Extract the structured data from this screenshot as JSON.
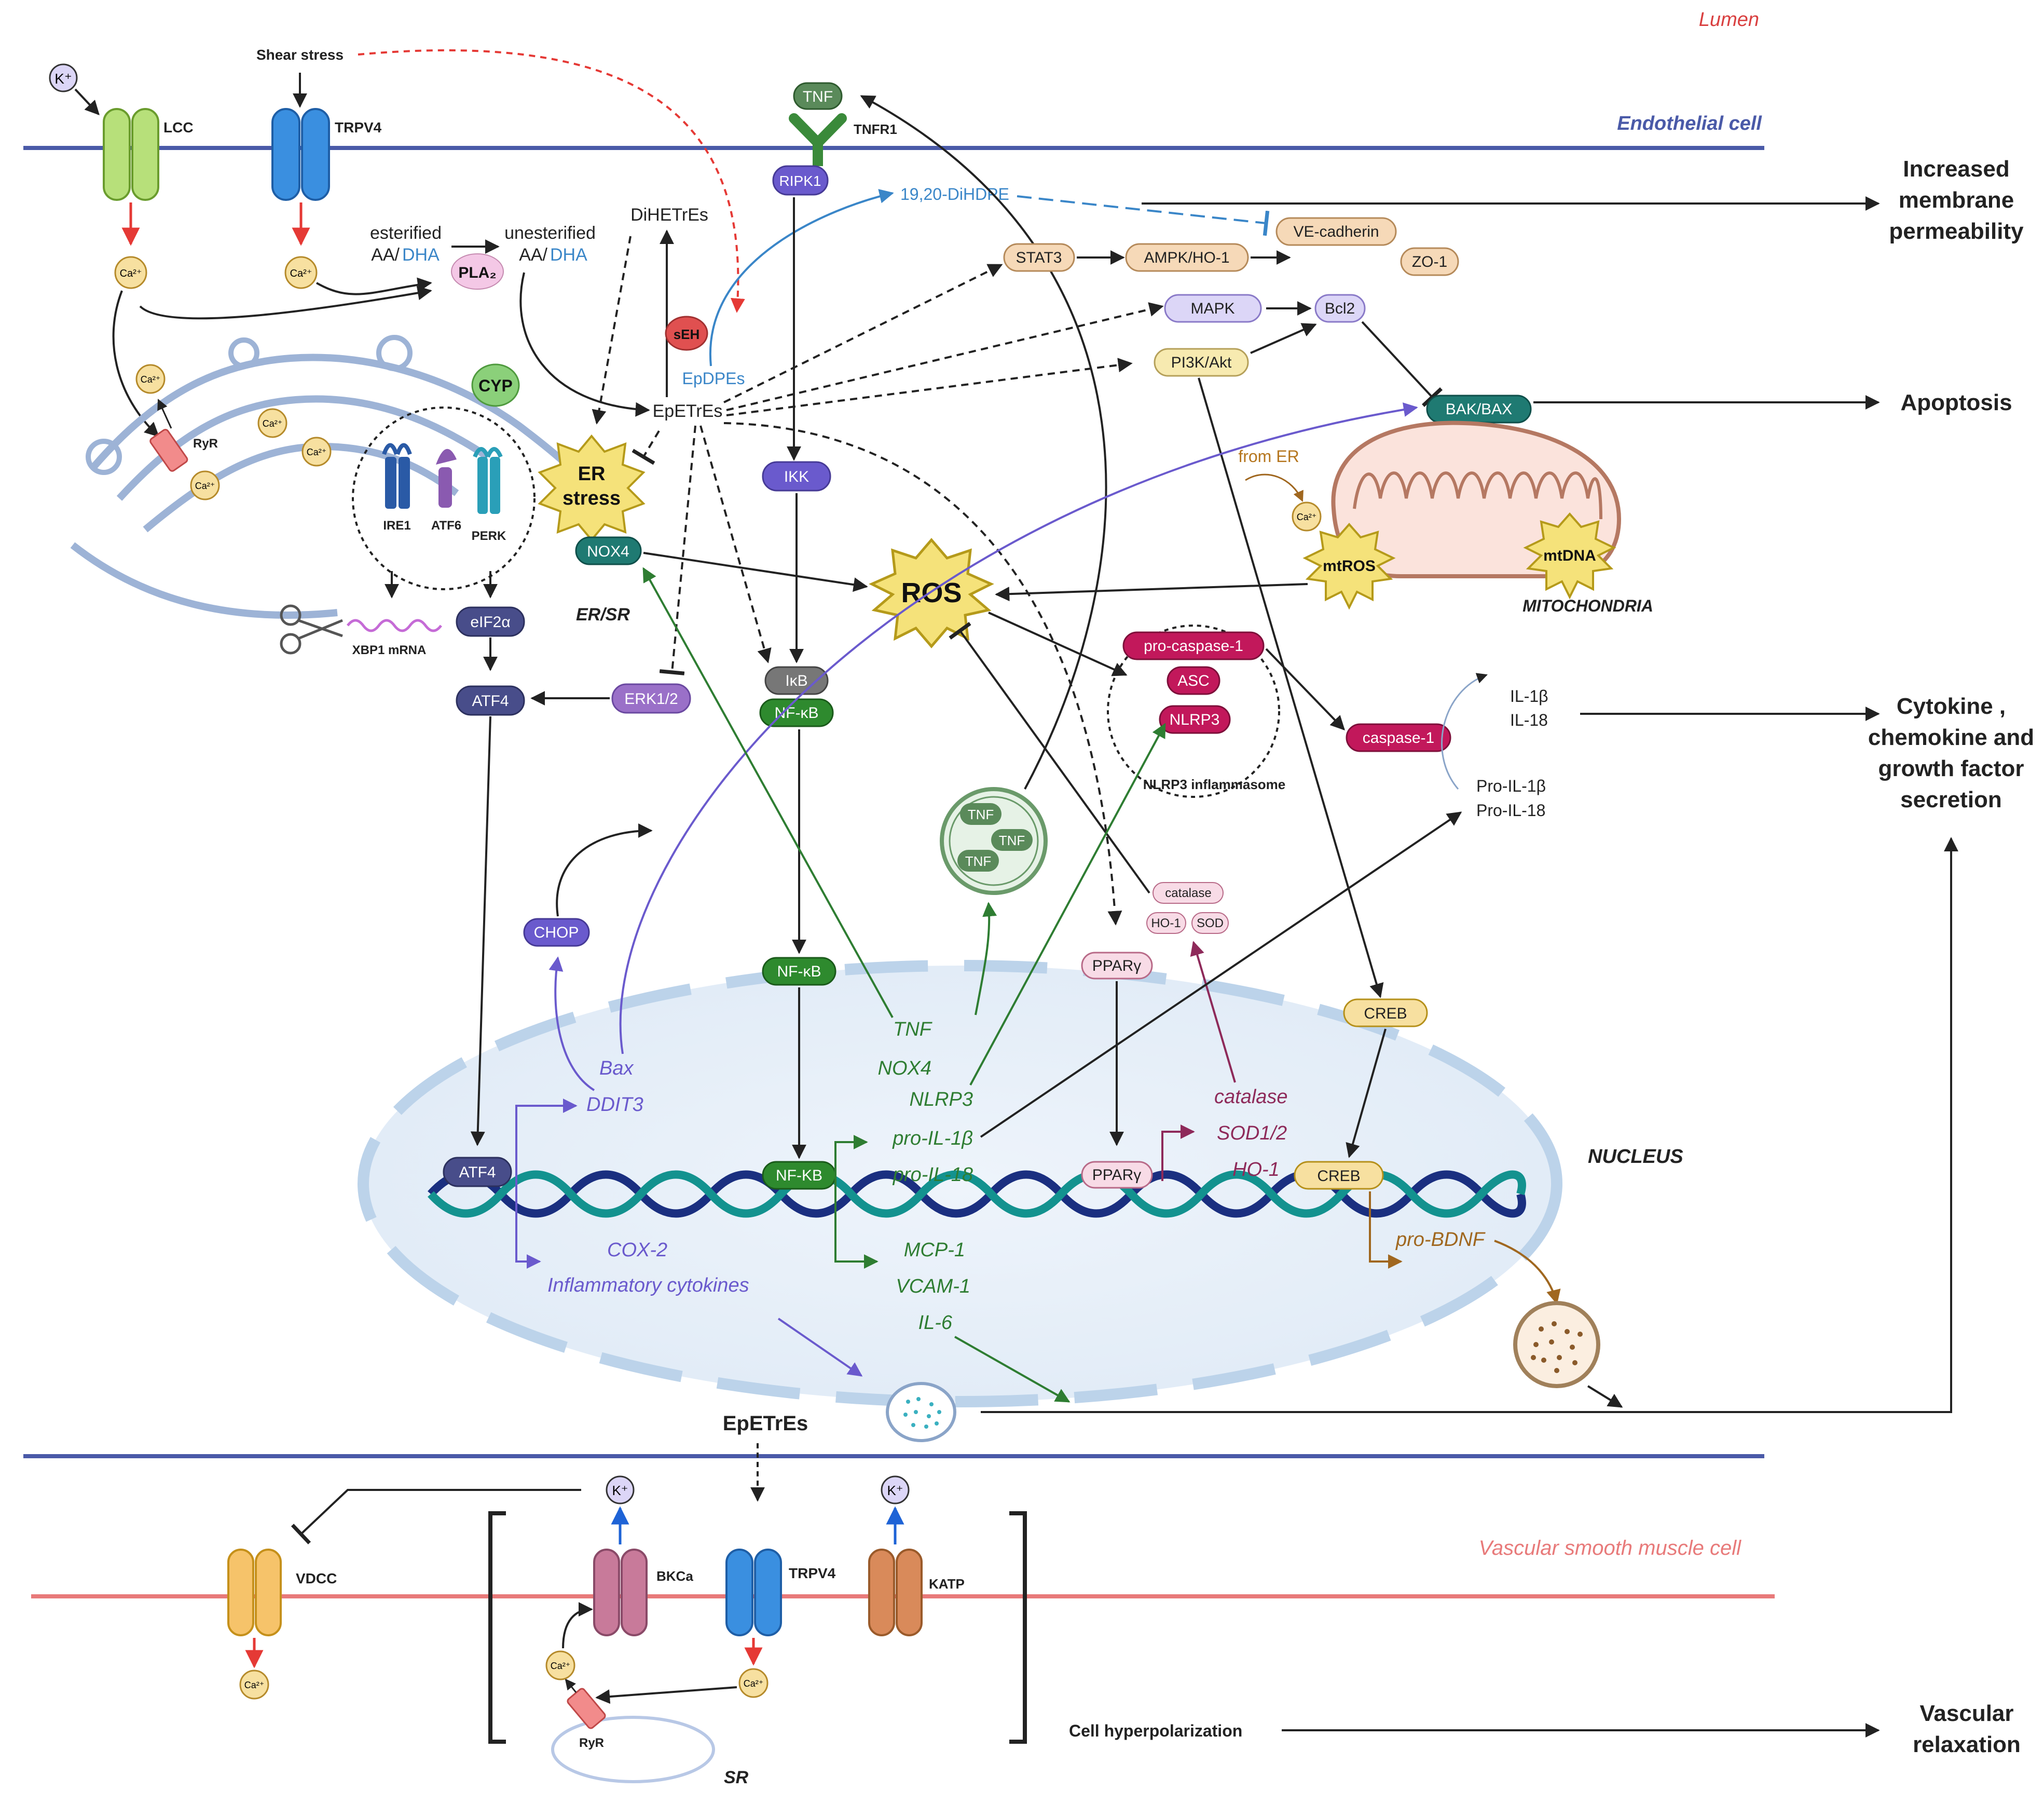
{
  "regions": {
    "lumen": "Lumen",
    "endothelial_cell": "Endothelial cell",
    "vsmc": "Vascular smooth muscle cell",
    "nucleus": "NUCLEUS",
    "mitochondria": "MITOCHONDRIA",
    "er_sr": "ER/SR",
    "sr": "SR"
  },
  "outcomes": {
    "permeability": [
      "Increased",
      "membrane",
      "permeability"
    ],
    "apoptosis": "Apoptosis",
    "cytokine": [
      "Cytokine ,",
      "chemokine and",
      "growth factor",
      "secretion"
    ],
    "relaxation": [
      "Vascular",
      "relaxation"
    ]
  },
  "channels": {
    "k_ion": "K⁺",
    "lcc": "LCC",
    "shear_stress": "Shear stress",
    "trpv4": "TRPV4",
    "ca": "Ca²⁺",
    "ryr": "RyR",
    "vdcc": "VDCC",
    "bkca": "BKCa",
    "katp": "KATP"
  },
  "lipids": {
    "esterified": "esterified",
    "unesterified": "unesterified",
    "aa": "AA/",
    "dha": "DHA",
    "pla2": "PLA₂",
    "dihetres": "DiHETrEs",
    "dihdpe": "19,20-DiHDPE",
    "seh": "sEH",
    "epdpes": "EpDPEs",
    "epetres": "EpETrEs",
    "cyp": "CYP",
    "epetres_bottom": "EpETrEs"
  },
  "er": {
    "stress": [
      "ER",
      "stress"
    ],
    "ire1": "IRE1",
    "atf6": "ATF6",
    "perk": "PERK",
    "xbp1": "XBP1 mRNA",
    "eif2a": "eIF2α",
    "atf4": "ATF4",
    "erk": "ERK1/2",
    "chop": "CHOP",
    "nox4": "NOX4"
  },
  "signaling": {
    "tnf": "TNF",
    "tnfr1": "TNFR1",
    "ripk1": "RIPK1",
    "ikk": "IKK",
    "ikb": "IκB",
    "nfkb": "NF-κB",
    "nfkb_dna": "NF-KB",
    "stat3": "STAT3",
    "ampk": "AMPK/HO-1",
    "vecad": "VE-cadherin",
    "zo1": "ZO-1",
    "mapk": "MAPK",
    "bcl2": "Bcl2",
    "pi3k": "PI3K/Akt",
    "bakbax": "BAK/BAX",
    "from_er": "from ER",
    "mtros": "mtROS",
    "mtdna": "mtDNA",
    "ros": "ROS",
    "procasp": "pro-caspase-1",
    "asc": "ASC",
    "nlrp3": "NLRP3",
    "inflammasome": "NLRP3 inflammasome",
    "casp1": "caspase-1",
    "il1b": "IL-1β",
    "il18": "IL-18",
    "proil1b": "Pro-IL-1β",
    "proil18": "Pro-IL-18",
    "catalase": "catalase",
    "ho1": "HO-1",
    "sod": "SOD",
    "ppar": "PPARγ",
    "creb": "CREB",
    "hyperpol": "Cell hyperpolarization"
  },
  "genes": {
    "tnf": "TNF",
    "nox4": "NOX4",
    "nlrp3": "NLRP3",
    "proil1b": "pro-IL-1β",
    "proil18": "pro-IL-18",
    "mcp1": "MCP-1",
    "vcam1": "VCAM-1",
    "il6": "IL-6",
    "bax": "Bax",
    "ddit3": "DDIT3",
    "cox2": "COX-2",
    "inflam": "Inflammatory cytokines",
    "catalase": "catalase",
    "sod12": "SOD1/2",
    "ho1": "HO-1",
    "probdnf": "pro-BDNF"
  },
  "colors": {
    "membrane_endo": "#4a5aa8",
    "membrane_vsmc": "#e87a7a",
    "lumen_text": "#d94040",
    "green": "#2e7d32",
    "purple": "#6a5acd",
    "teal": "#1f6f6b",
    "magenta": "#c2185b",
    "ros_yellow": "#f5e27a",
    "peach": "#f6d9b8",
    "lavender": "#dcd6f7"
  }
}
